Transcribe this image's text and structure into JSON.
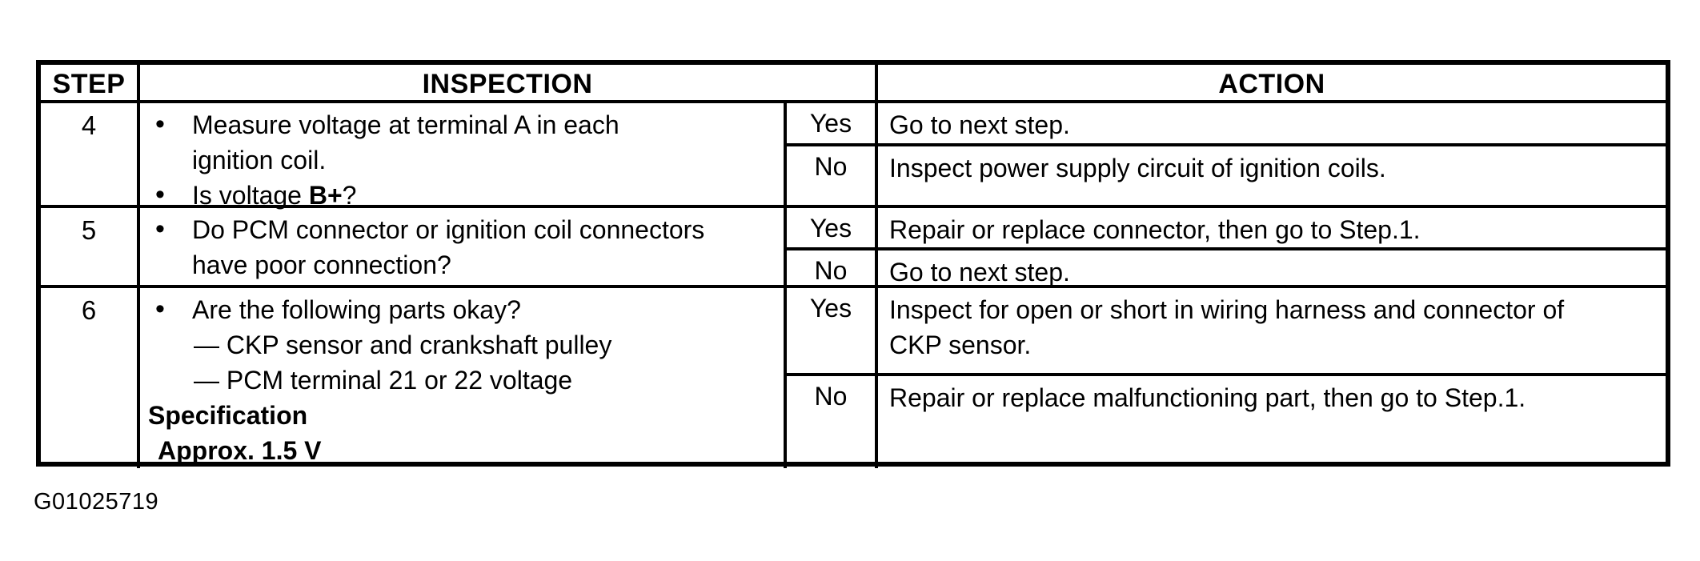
{
  "page": {
    "figure_id": "G01025719",
    "colors": {
      "ink": "#000000",
      "paper": "#ffffff"
    }
  },
  "table": {
    "bullet_char": "•",
    "headers": {
      "step": "STEP",
      "inspection": "INSPECTION",
      "action": "ACTION"
    },
    "rows": [
      {
        "step": "4",
        "inspection": {
          "items": [
            {
              "lines": [
                "Measure voltage at terminal A in each",
                "ignition coil."
              ]
            },
            {
              "pre": "Is voltage ",
              "bold": "B+",
              "post": "?"
            }
          ]
        },
        "outcomes": [
          {
            "label": "Yes",
            "lines": [
              "Go to next step."
            ]
          },
          {
            "label": "No",
            "lines": [
              "Inspect power supply circuit of ignition coils."
            ]
          }
        ]
      },
      {
        "step": "5",
        "inspection": {
          "items": [
            {
              "lines": [
                "Do PCM connector or ignition coil connectors",
                "have poor connection?"
              ]
            }
          ]
        },
        "outcomes": [
          {
            "label": "Yes",
            "lines": [
              "Repair or replace connector, then go to Step.1."
            ]
          },
          {
            "label": "No",
            "lines": [
              "Go to next step."
            ]
          }
        ]
      },
      {
        "step": "6",
        "inspection": {
          "items": [
            {
              "lines": [
                "Are the following parts okay?"
              ]
            }
          ],
          "sub_items": [
            "— CKP sensor and crankshaft pulley",
            "— PCM terminal 21 or 22 voltage"
          ],
          "spec_label": "Specification",
          "spec_value": "Approx. 1.5 V"
        },
        "outcomes": [
          {
            "label": "Yes",
            "lines": [
              "Inspect for open or short in wiring harness and connector of",
              "CKP sensor."
            ]
          },
          {
            "label": "No",
            "lines": [
              "Repair or replace malfunctioning part, then go to Step.1."
            ]
          }
        ]
      }
    ]
  }
}
